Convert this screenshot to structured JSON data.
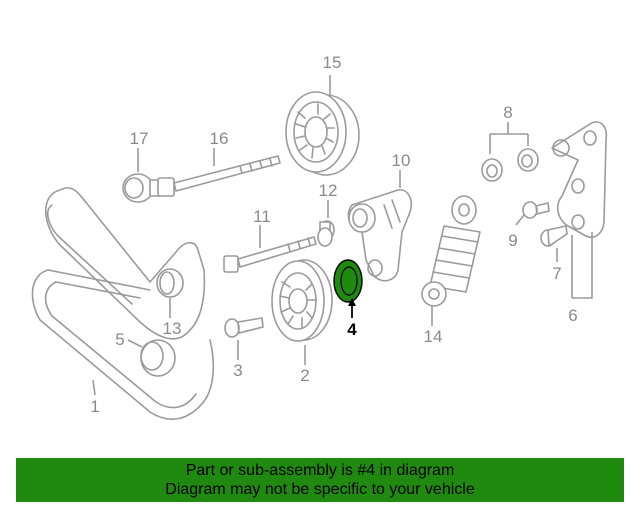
{
  "callouts": {
    "c1": "1",
    "c2": "2",
    "c3": "3",
    "c4": "4",
    "c5": "5",
    "c6": "6",
    "c7": "7",
    "c8": "8",
    "c9": "9",
    "c10": "10",
    "c11": "11",
    "c12": "12",
    "c13": "13",
    "c14": "14",
    "c15": "15",
    "c16": "16",
    "c17": "17"
  },
  "highlight_color": "#1f8a0f",
  "banner": {
    "line1": "Part or sub-assembly is #4 in diagram",
    "line2": "Diagram may not be specific to your vehicle"
  }
}
